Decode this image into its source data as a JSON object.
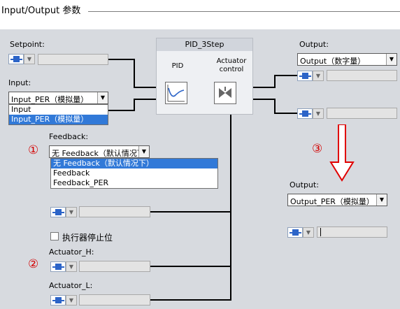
{
  "title": "Input/Output 参数",
  "pid_block": {
    "title": "PID_3Step",
    "pid_label": "PID",
    "actuator_label_line1": "Actuator",
    "actuator_label_line2": "control"
  },
  "setpoint": {
    "label": "Setpoint:"
  },
  "input": {
    "label": "Input:",
    "selected": "Input_PER（模拟量）",
    "options": [
      "Input",
      "Input_PER（模拟量）"
    ]
  },
  "feedback": {
    "label": "Feedback:",
    "selected": "无 Feedback（默认情况下）",
    "options": [
      "无 Feedback（默认情况下）",
      "Feedback",
      "Feedback_PER"
    ]
  },
  "actuator_stop": {
    "label": "执行器停止位"
  },
  "actuator_h": {
    "label": "Actuator_H:"
  },
  "actuator_l": {
    "label": "Actuator_L:"
  },
  "output_top": {
    "label": "Output:",
    "selected": "Output（数字量）"
  },
  "output_bottom": {
    "label": "Output:",
    "selected": "Output_PER（模拟量）"
  },
  "annotations": {
    "one": "①",
    "two": "②",
    "three": "③"
  },
  "colors": {
    "annotation": "#d40000",
    "selection": "#3179d8",
    "connector": "#2c64c8",
    "panel": "#d7dadf"
  }
}
